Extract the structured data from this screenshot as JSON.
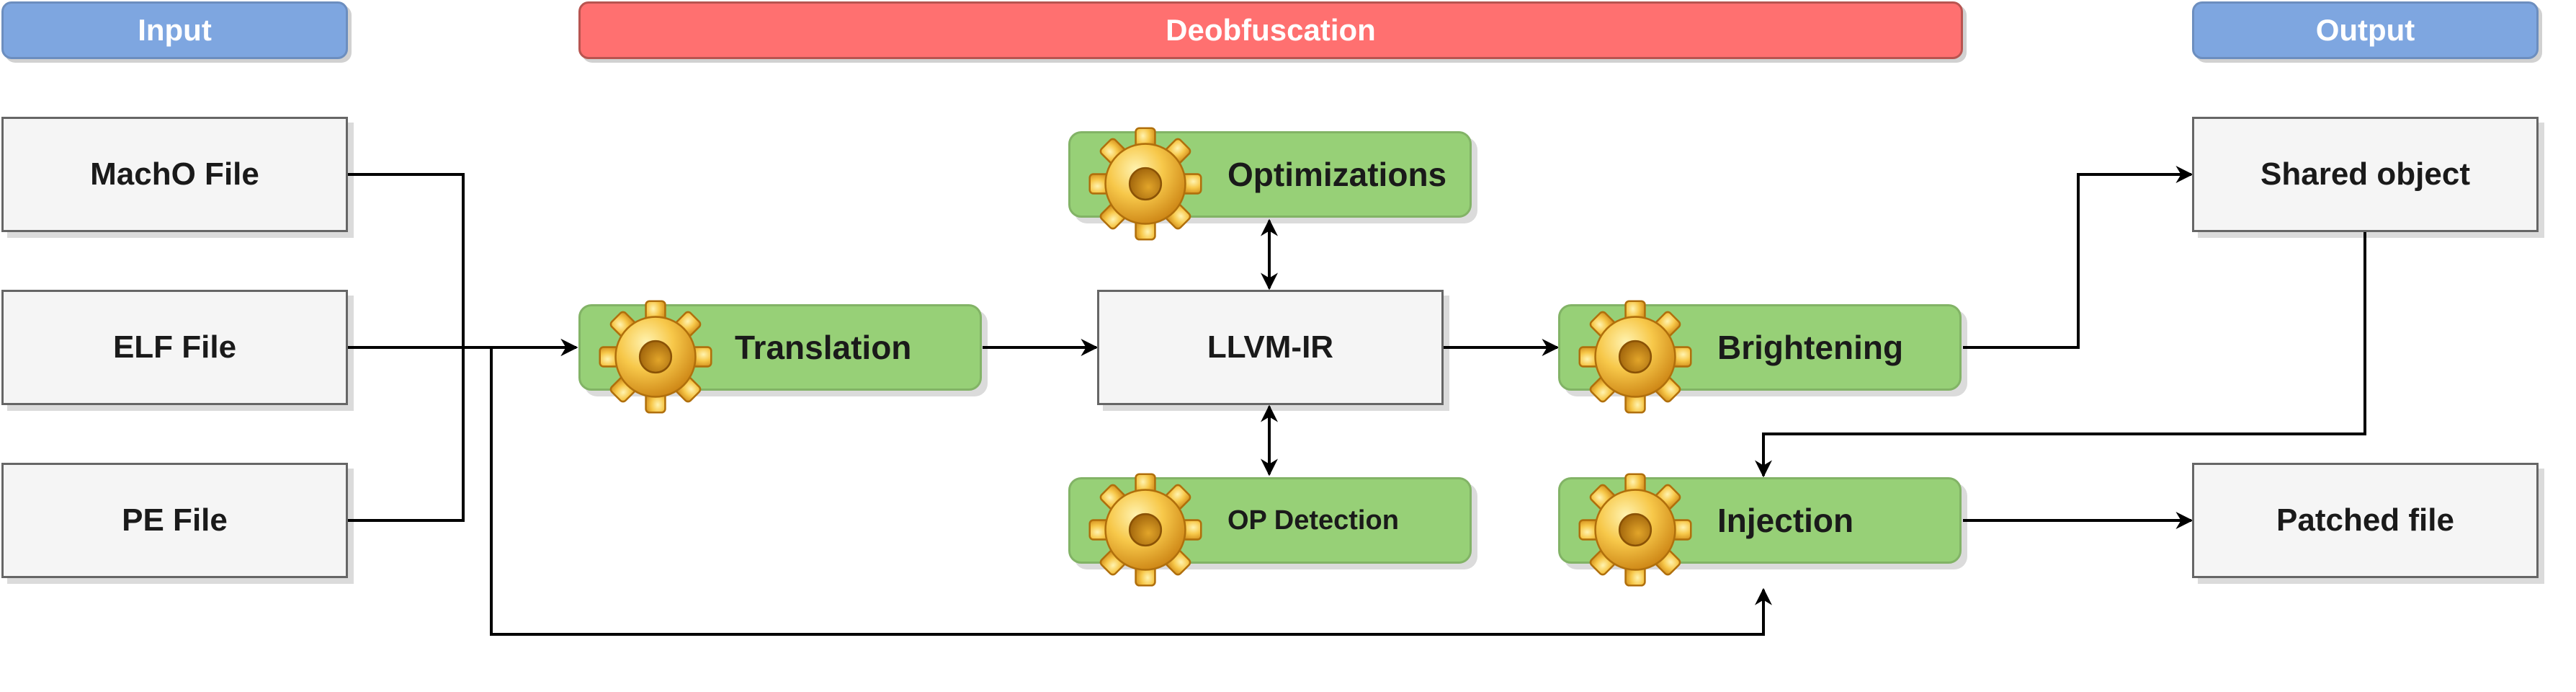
{
  "headers": {
    "input": "Input",
    "deobfuscation": "Deobfuscation",
    "output": "Output"
  },
  "inputs": {
    "macho": "MachO File",
    "elf": "ELF File",
    "pe": "PE File"
  },
  "processes": {
    "translation": "Translation",
    "optimizations": "Optimizations",
    "op_detection": "OP Detection",
    "brightening": "Brightening",
    "injection": "Injection"
  },
  "ir": {
    "label": "LLVM-IR"
  },
  "outputs": {
    "shared_object": "Shared object",
    "patched_file": "Patched file"
  },
  "icons": {
    "process": "gear-icon"
  },
  "colors": {
    "header_blue": "#7ea6e0",
    "header_red": "#ff7070",
    "process_green": "#97d077",
    "box_gray": "#f5f5f5",
    "gear_gold": "#f0b838"
  }
}
